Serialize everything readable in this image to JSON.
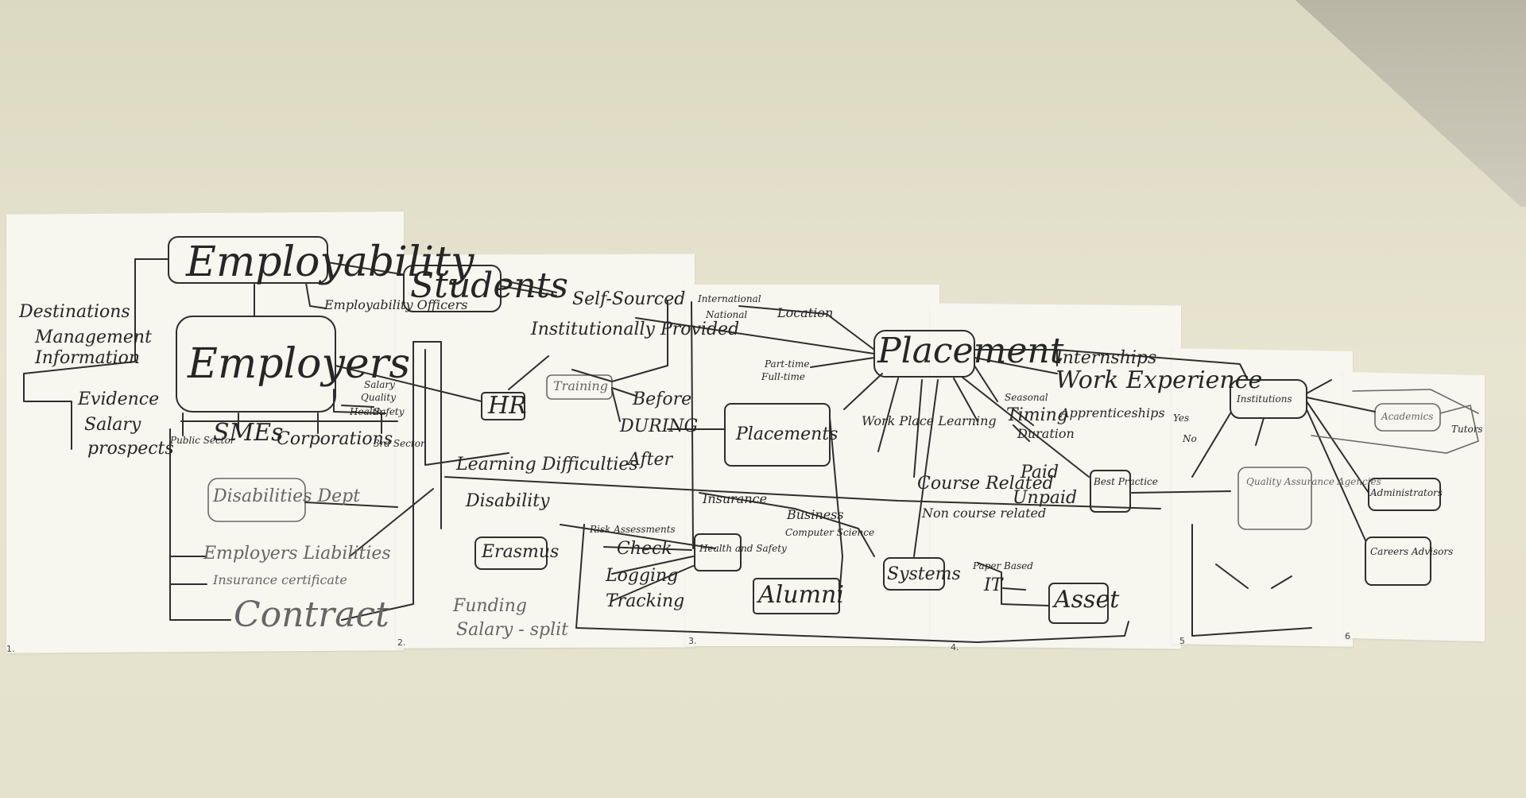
{
  "sheet_numbers": [
    "1.",
    "2.",
    "3.",
    "4.",
    "5",
    "6"
  ],
  "nodes": {
    "employability": "Employability",
    "destinations": "Destinations",
    "management": "Management",
    "information": "Information",
    "evidence": "Evidence",
    "salary": "Salary",
    "prospects": "prospects",
    "employers": "Employers",
    "employability_officers": "Employability Officers",
    "salary_short": "Salary",
    "quality": "Quality",
    "health": "Health",
    "safety": "Safety",
    "public_sector": "Public Sector",
    "smes": "SMEs",
    "corporations": "Corporations",
    "third_sector": "3rd Sector",
    "disabilities_dept": "Disabilities Dept",
    "employers_liabilities": "Employers Liabilities",
    "insurance_certificate": "Insurance certificate",
    "contract": "Contract",
    "students": "Students",
    "self_sourced": "Self-Sourced",
    "institutionally_provided": "Institutionally Provided",
    "hr": "HR",
    "training": "Training",
    "before": "Before",
    "during": "DURING",
    "after": "After",
    "learning_difficulties": "Learning Difficulties",
    "disability": "Disability",
    "erasmus": "Erasmus",
    "funding": "Funding",
    "salary_split": "Salary - split",
    "international": "International",
    "national": "National",
    "location": "Location",
    "part_time": "Part-time",
    "full_time": "Full-time",
    "placements": "Placements",
    "insurance": "Insurance",
    "business": "Business",
    "computer_science": "Computer Science",
    "risk_assessments": "Risk Assessments",
    "check": "Check",
    "logging": "Logging",
    "tracking": "Tracking",
    "health_and_safety": "Health and Safety",
    "alumni": "Alumni",
    "placement": "Placement",
    "work_place_learning": "Work Place Learning",
    "course_related": "Course Related",
    "non_course_related": "Non course related",
    "systems": "Systems",
    "paper_based": "Paper Based",
    "it": "IT",
    "asset": "Asset",
    "internships": "Internships",
    "work_experience": "Work Experience",
    "apprenticeships": "Apprenticeships",
    "seasonal": "Seasonal",
    "timing": "Timing",
    "duration": "Duration",
    "paid": "Paid",
    "unpaid": "Unpaid",
    "best_practice": "Best Practice",
    "yes": "Yes",
    "no": "No",
    "institutions": "Institutions",
    "quality_assurance": "Quality Assurance Agencies",
    "academics": "Academics",
    "tutors": "Tutors",
    "admin": "Administrators",
    "careers_advisors": "Careers Advisors"
  }
}
